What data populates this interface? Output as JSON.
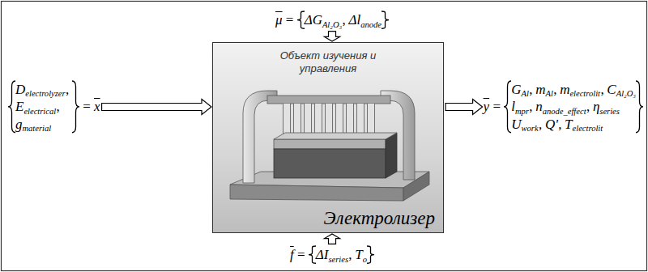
{
  "diagram": {
    "nodes": [
      {
        "text": [
          "μ",
          "=",
          "ΔG",
          "Al₂O₃",
          ",",
          "Δl",
          "anode"
        ]
      },
      {
        "text": [
          "D",
          "electrolyzer",
          ",",
          "E",
          "electrical",
          ",",
          "g",
          "material",
          "=",
          "x"
        ]
      },
      {
        "text": [
          "Объект изучения и управления",
          "Электролизер"
        ]
      },
      {
        "text": [
          "y",
          "=",
          "G",
          "Al",
          ",",
          "m",
          "Al",
          ",",
          "m",
          "electrolit",
          ",",
          "C",
          "Al₂O₃",
          "l",
          "mpr",
          ",",
          "n",
          "anode_effect",
          ",",
          "η",
          "series",
          "U",
          "work",
          ",",
          "Q'",
          ",",
          "T",
          "electrolit"
        ]
      },
      {
        "text": [
          "f",
          "=",
          "ΔI",
          "series",
          ",",
          "T",
          "o"
        ]
      }
    ],
    "edges": [
      {
        "from": 0,
        "to": 2,
        "arrow": "to"
      },
      {
        "from": 1,
        "to": 2,
        "arrow": "to"
      },
      {
        "from": 2,
        "to": 3,
        "arrow": "to"
      },
      {
        "from": 4,
        "to": 2,
        "arrow": "to"
      }
    ]
  }
}
